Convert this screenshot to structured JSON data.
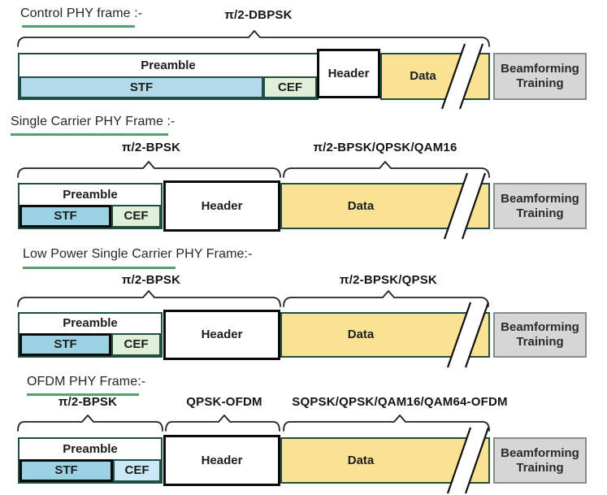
{
  "diagram": "PHY frame formats",
  "colors": {
    "stf_blue_row1": "#b3d9ea",
    "stf_blue": "#9cd3e4",
    "cef_green": "#e2efd8",
    "cef_blue_ofdm": "#c9e9f8",
    "data_yellow": "#f9e292",
    "beamforming_gray": "#d6d6d6",
    "beamforming_border_gray": "#8b8b8b",
    "frame_border_teal": "#1e4e44",
    "header_border_black": "#0b0b0b",
    "title_underline_green": "#53a06a"
  },
  "sections": [
    {
      "title": "Control PHY frame :-",
      "modulation_labels": [
        "π/2-DBPSK"
      ],
      "frame": {
        "preamble": "Preamble",
        "stf": "STF",
        "cef": "CEF",
        "header": "Header",
        "data": "Data",
        "beamforming": "Beamforming Training"
      }
    },
    {
      "title": "Single Carrier PHY Frame :-",
      "modulation_labels": [
        "π/2-BPSK",
        "π/2-BPSK/QPSK/QAM16"
      ],
      "frame": {
        "preamble": "Preamble",
        "stf": "STF",
        "cef": "CEF",
        "header": "Header",
        "data": "Data",
        "beamforming": "Beamforming Training"
      }
    },
    {
      "title": "Low Power Single Carrier PHY Frame:-",
      "modulation_labels": [
        "π/2-BPSK",
        "π/2-BPSK/QPSK"
      ],
      "frame": {
        "preamble": "Preamble",
        "stf": "STF",
        "cef": "CEF",
        "header": "Header",
        "data": "Data",
        "beamforming": "Beamforming Training"
      }
    },
    {
      "title": "OFDM PHY Frame:-",
      "modulation_labels": [
        "π/2-BPSK",
        "QPSK-OFDM",
        "SQPSK/QPSK/QAM16/QAM64-OFDM"
      ],
      "frame": {
        "preamble": "Preamble",
        "stf": "STF",
        "cef": "CEF",
        "header": "Header",
        "data": "Data",
        "beamforming": "Beamforming Training"
      }
    }
  ]
}
